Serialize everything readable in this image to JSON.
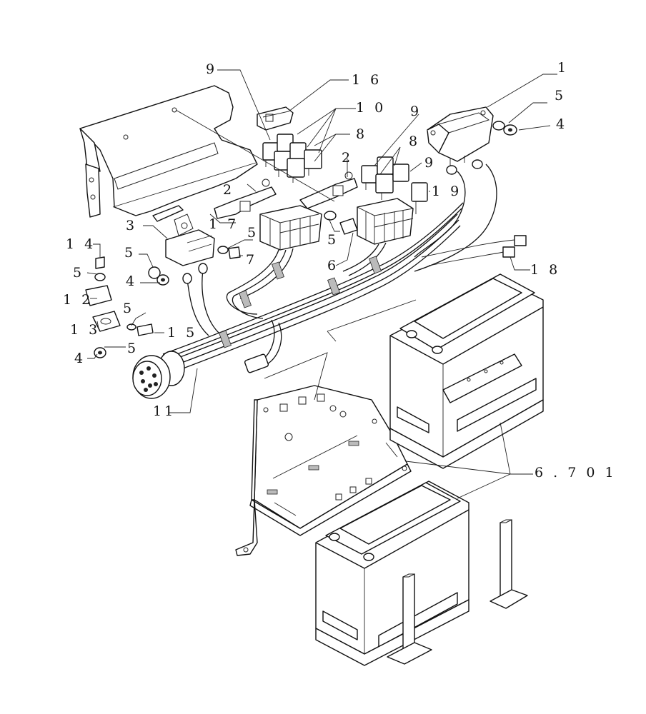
{
  "labels": {
    "l1": "1",
    "l2a": "2",
    "l2b": "2",
    "l3": "3",
    "l4a": "4",
    "l4b": "4",
    "l4c": "4",
    "l5a": "5",
    "l5b": "5",
    "l5c": "5",
    "l5d": "5",
    "l5e": "5",
    "l5f": "5",
    "l5g": "5",
    "l6": "6",
    "l7": "7",
    "l8a": "8",
    "l8b": "8",
    "l9a": "9",
    "l9b": "9",
    "l9c": "9",
    "l10": "1 0",
    "l11": "11",
    "l12": "1 2",
    "l13": "1 3",
    "l14": "1 4",
    "l15": "1 5",
    "l16": "1 6",
    "l17": "1 7",
    "l18": "1 8",
    "l19": "1 9",
    "l6701": "6 . 7 0 1"
  }
}
